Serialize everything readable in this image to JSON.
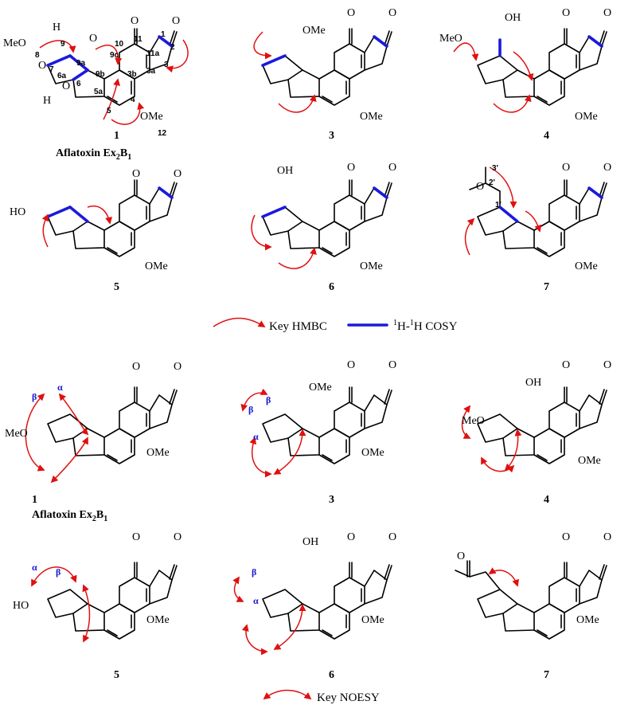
{
  "labels": {
    "c1": "1",
    "c1_name": "Aflatoxin Ex",
    "c1_sub": "2",
    "c1_B": "B",
    "c1_sub2": "1",
    "c3": "3",
    "c4": "4",
    "c5": "5",
    "c6": "6",
    "c7": "7",
    "c1b": "1",
    "c3b": "3",
    "c4b": "4",
    "c5b": "5",
    "c6b": "6",
    "c7b": "7"
  },
  "legend": {
    "hmbc": "Key HMBC",
    "cosy_sup": "1",
    "cosy_h": "H-",
    "cosy_sup2": "1",
    "cosy_h2": "H COSY",
    "noesy": "Key NOESY"
  },
  "atoms": {
    "O": "O",
    "H": "H",
    "OMe": "OMe",
    "MeO": "MeO",
    "OH": "OH",
    "HO": "HO"
  },
  "numbering": [
    "1",
    "2",
    "3",
    "3a",
    "3b",
    "4",
    "5",
    "5a",
    "6",
    "6a",
    "7",
    "8",
    "9",
    "9a",
    "9b",
    "9c",
    "10",
    "11",
    "11a",
    "12",
    "1'",
    "2'",
    "3'"
  ],
  "greek": {
    "alpha": "α",
    "beta": "β"
  },
  "colors": {
    "hmbc": "#e01010",
    "cosy": "#1a1adc",
    "bonds": "#000000"
  }
}
